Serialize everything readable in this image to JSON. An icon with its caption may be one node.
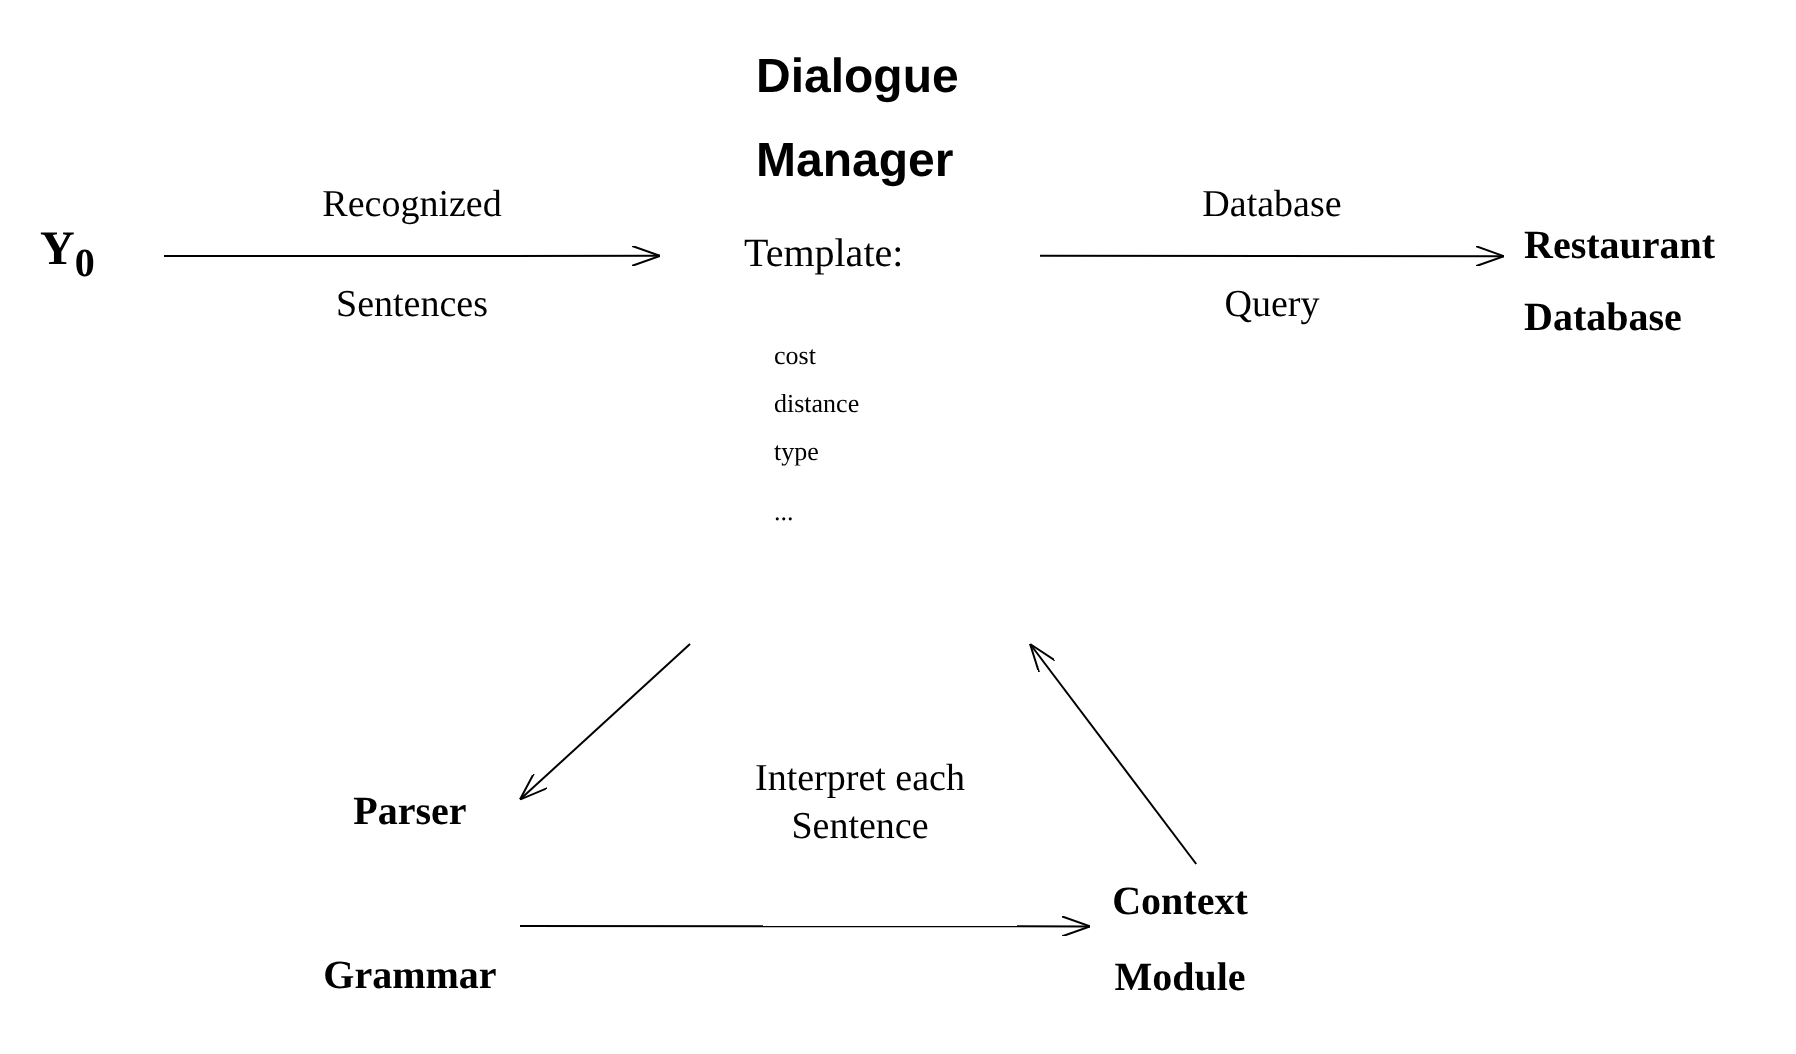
{
  "diagram": {
    "nodes": [
      {
        "text": [
          "Y$_{0}$"
        ]
      },
      {
        "text": [
          "Dialogue Manager",
          "Template:",
          "cost",
          "distance",
          "type",
          "..."
        ]
      },
      {
        "text": [
          "Restaurant Database"
        ]
      },
      {
        "text": [
          "Parser Grammar"
        ]
      },
      {
        "text": [
          "Context Module"
        ]
      }
    ],
    "edges": [
      {
        "from": 0,
        "to": 1,
        "arrow": "to",
        "label": "Recognized Sentences"
      },
      {
        "from": 1,
        "to": 2,
        "arrow": "to",
        "label": "Database Query"
      },
      {
        "from": 1,
        "to": 3,
        "arrow": "to"
      },
      {
        "from": 4,
        "to": 1,
        "arrow": "to"
      },
      {
        "from": 3,
        "to": 4,
        "arrow": "to"
      }
    ],
    "labels": [
      "Interpret each Sentence"
    ]
  }
}
